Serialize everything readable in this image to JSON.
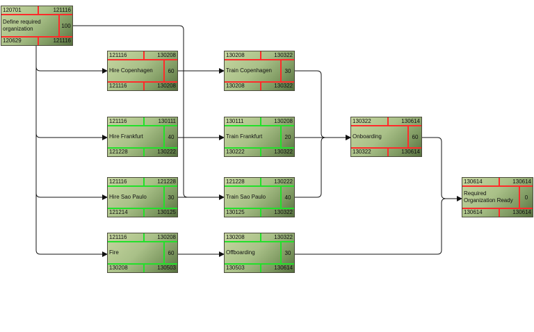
{
  "nodes": [
    {
      "id": "define",
      "name": "Define required organization",
      "duration": "100",
      "es": "120701",
      "ef": "121116",
      "ls": "120629",
      "lf": "121116",
      "critical": true
    },
    {
      "id": "hire_cph",
      "name": "Hire Copenhagen",
      "duration": "60",
      "es": "121116",
      "ef": "130208",
      "ls": "121116",
      "lf": "130208",
      "critical": true
    },
    {
      "id": "train_cph",
      "name": "Train Copenhagen",
      "duration": "30",
      "es": "130208",
      "ef": "130322",
      "ls": "130208",
      "lf": "130322",
      "critical": true
    },
    {
      "id": "hire_fra",
      "name": "Hire Frankfurt",
      "duration": "40",
      "es": "121116",
      "ef": "130111",
      "ls": "121228",
      "lf": "130222",
      "critical": false
    },
    {
      "id": "train_fra",
      "name": "Train Frankfurt",
      "duration": "20",
      "es": "130111",
      "ef": "130208",
      "ls": "130222",
      "lf": "130322",
      "critical": false
    },
    {
      "id": "onboarding",
      "name": "Onboarding",
      "duration": "60",
      "es": "130322",
      "ef": "130614",
      "ls": "130322",
      "lf": "130614",
      "critical": true
    },
    {
      "id": "hire_sao",
      "name": "Hire Sao Paulo",
      "duration": "30",
      "es": "121116",
      "ef": "121228",
      "ls": "121214",
      "lf": "130125",
      "critical": false
    },
    {
      "id": "train_sao",
      "name": "Train Sao Paulo",
      "duration": "40",
      "es": "121228",
      "ef": "130222",
      "ls": "130125",
      "lf": "130322",
      "critical": false
    },
    {
      "id": "required",
      "name": "Required Organization Ready",
      "duration": "0",
      "es": "130614",
      "ef": "130614",
      "ls": "130614",
      "lf": "130614",
      "critical": true
    },
    {
      "id": "fire",
      "name": "Fire",
      "duration": "60",
      "es": "121116",
      "ef": "130208",
      "ls": "130208",
      "lf": "130503",
      "critical": false
    },
    {
      "id": "offboarding",
      "name": "Offboarding",
      "duration": "30",
      "es": "130208",
      "ef": "130322",
      "ls": "130503",
      "lf": "130614",
      "critical": false
    }
  ],
  "colors": {
    "critical": "#ff2a2a",
    "noncritical": "#22e02a",
    "edge": "#111111"
  }
}
